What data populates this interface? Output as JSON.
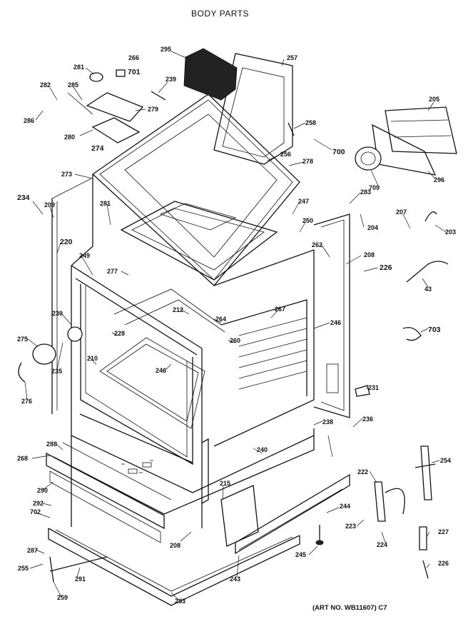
{
  "title": "BODY PARTS",
  "footer": "(ART NO. WB11607) C7",
  "callouts": [
    "295",
    "266",
    "257",
    "281",
    "701",
    "239",
    "282",
    "285",
    "279",
    "286",
    "280",
    "274",
    "205",
    "258",
    "700",
    "256",
    "278",
    "273",
    "709",
    "296",
    "234",
    "209",
    "281",
    "283",
    "247",
    "250",
    "207",
    "204",
    "203",
    "220",
    "262",
    "208",
    "249",
    "277",
    "226",
    "43",
    "212",
    "267",
    "230",
    "228",
    "264",
    "246",
    "703",
    "275",
    "260",
    "235",
    "210",
    "246",
    "231",
    "276",
    "236",
    "238",
    "288",
    "268",
    "240",
    "254",
    "222",
    "290",
    "215",
    "244",
    "292",
    "702",
    "223",
    "227",
    "208",
    "224",
    "287",
    "245",
    "255",
    "243",
    "291",
    "226",
    "259",
    "283"
  ]
}
